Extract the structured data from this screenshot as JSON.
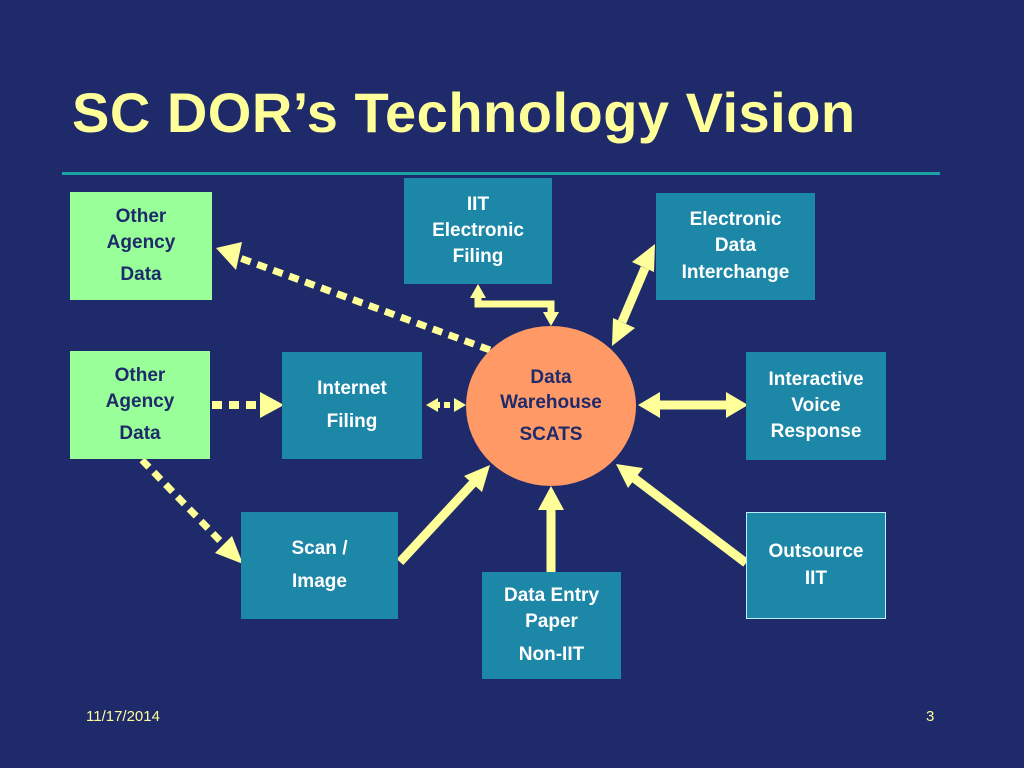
{
  "title": "SC DOR’s Technology Vision",
  "hub": {
    "line1": "Data",
    "line2": "Warehouse",
    "line3": "SCATS"
  },
  "boxes": {
    "other_agency_top": {
      "line1": "Other",
      "line2": "Agency",
      "line3": "Data"
    },
    "other_agency_mid": {
      "line1": "Other",
      "line2": "Agency",
      "line3": "Data"
    },
    "iit_efiling": {
      "line1": "IIT",
      "line2": "Electronic",
      "line3": "Filing"
    },
    "edi": {
      "line1": "Electronic",
      "line2": "Data",
      "line3": "Interchange"
    },
    "internet_filing": {
      "line1": "Internet",
      "line2": "Filing"
    },
    "ivr": {
      "line1": "Interactive",
      "line2": "Voice",
      "line3": "Response"
    },
    "scan_image": {
      "line1": "Scan /",
      "line2": "Image"
    },
    "data_entry": {
      "line1": "Data Entry",
      "line2": "Paper",
      "line3": "Non-IIT"
    },
    "outsource": {
      "line1": "Outsource",
      "line2": "IIT"
    }
  },
  "footer": {
    "date": "11/17/2014",
    "page": "3"
  },
  "colors": {
    "background": "#1f2a6b",
    "title": "#ffff99",
    "rule": "#1aa3a3",
    "teal_box": "#1d87a8",
    "green_box": "#99ff99",
    "hub": "#ff9966",
    "arrow": "#ffff99"
  }
}
